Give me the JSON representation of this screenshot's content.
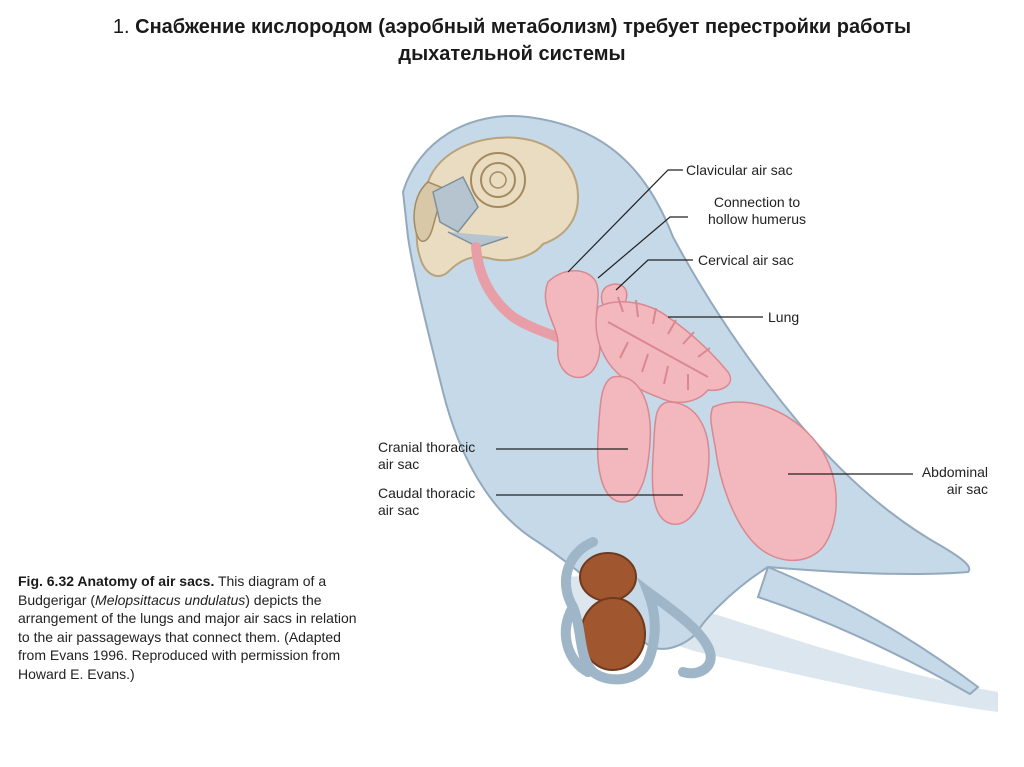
{
  "header": {
    "number": "1.",
    "title_line1": "Снабжение кислородом (аэробный метаболизм) требует перестройки работы",
    "title_line2": "дыхательной системы"
  },
  "labels": {
    "clavicular": "Clavicular air sac",
    "connection": "Connection to\nhollow humerus",
    "cervical": "Cervical air sac",
    "lung": "Lung",
    "cranial": "Cranial thoracic\nair sac",
    "caudal": "Caudal thoracic\nair sac",
    "abdominal": "Abdominal\nair sac"
  },
  "caption": {
    "fig": "Fig. 6.32 Anatomy of air sacs.",
    "text1": " This diagram of a Budgerigar (",
    "species": "Melopsittacus undulatus",
    "text2": ") depicts the arrangement of the lungs and major air sacs in relation to the air passageways that connect them. (Adapted from Evans 1996. Reproduced with permission from Howard E. Evans.)"
  },
  "colors": {
    "body": "#c6d9e8",
    "outline": "#93a9bd",
    "air_sac": "#f2b8bd",
    "air_sac_stroke": "#d98890",
    "skull": "#eadcc0",
    "perch": "#a0562e",
    "leader": "#222222"
  }
}
